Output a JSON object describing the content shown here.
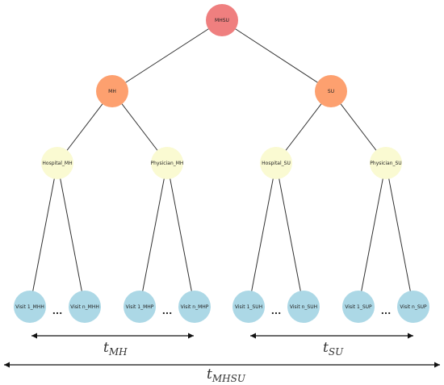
{
  "colors": {
    "root": "#ef7f7f",
    "level1": "#fda06f",
    "level2": "#fafad2",
    "level3": "#acd8e6",
    "edge": "#333333",
    "arrow": "#111111"
  },
  "nodes": {
    "root": "MHSU",
    "mh": "MH",
    "su": "SU",
    "hospital_mh": "Hospital_MH",
    "physician_mh": "Physician_MH",
    "hospital_su": "Hospital_SU",
    "physician_su": "Physician_SU",
    "visit1_mhh": "Visit 1_MHH",
    "visitn_mhh": "Visit n_MHH",
    "visit1_mhp": "Visit 1_MHP",
    "visitn_mhp": "Visit n_MHP",
    "visit1_suh": "Visit 1_SUH",
    "visitn_suh": "Visit n_SUH",
    "visit1_sup": "Visit 1_SUP",
    "visitn_sup": "Visit n_SUP"
  },
  "ellipsis": "...",
  "spans": {
    "mh": {
      "main": "t",
      "sub": "MH"
    },
    "su": {
      "main": "t",
      "sub": "SU"
    },
    "mhsu": {
      "main": "t",
      "sub": "MHSU"
    }
  }
}
